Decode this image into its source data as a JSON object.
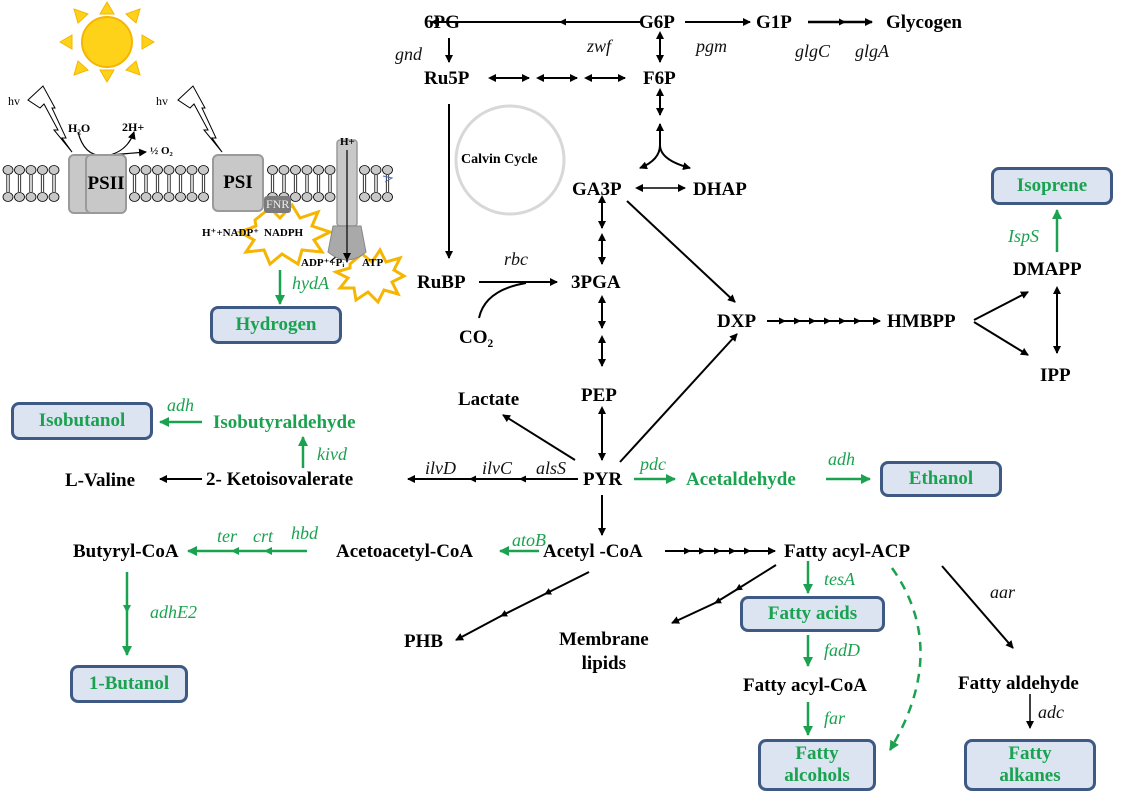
{
  "photosynthesis": {
    "light_left": "hv",
    "light_right": "hv",
    "h2o": "H₂O",
    "two_h": "2H+",
    "o2": "½ O₂",
    "psii": "PSII",
    "psi": "PSI",
    "fnr": "FNR",
    "h_plus": "H+",
    "nadp": "H⁺+NADP⁺",
    "nadph": "NADPH",
    "adp": "ADP⁺+Pᵢ",
    "atp": "ATP",
    "sun_icon": "sun-icon",
    "lightning_icon": "lightning-icon"
  },
  "metabolites": {
    "pg6": "6PG",
    "g6p": "G6P",
    "g1p": "G1P",
    "glycogen": "Glycogen",
    "ru5p": "Ru5P",
    "f6p": "F6P",
    "calvin": "Calvin Cycle",
    "ga3p": "GA3P",
    "dhap": "DHAP",
    "rubp": "RuBP",
    "pga3": "3PGA",
    "co2": "CO₂",
    "dxp": "DXP",
    "hmbpp": "HMBPP",
    "dmapp": "DMAPP",
    "ipp": "IPP",
    "pep": "PEP",
    "lactate": "Lactate",
    "pyr": "PYR",
    "acetaldehyde": "Acetaldehyde",
    "isobutyraldehyde": "Isobutyraldehyde",
    "lvaline": "L-Valine",
    "ketoisovalerate": "2- Ketoisovalerate",
    "butyrylcoa": "Butyryl-CoA",
    "acetoacetylcoa": "Acetoacetyl-CoA",
    "acetylcoa": "Acetyl -CoA",
    "fattyacylacp": "Fatty acyl-ACP",
    "phb": "PHB",
    "membrane": "Membrane\nlipids",
    "fattyacylcoa": "Fatty acyl-CoA",
    "fattyaldehyde": "Fatty aldehyde"
  },
  "genes": {
    "zwf": "zwf",
    "pgm": "pgm",
    "glgc": "glgC",
    "glga": "glgA",
    "gnd": "gnd",
    "rbc": "rbc",
    "isps": "IspS",
    "hyda": "hydA",
    "adh_iso": "adh",
    "kivd": "kivd",
    "ilvd": "ilvD",
    "ilvc": "ilvC",
    "alss": "alsS",
    "pdc": "pdc",
    "adh_eth": "adh",
    "ter": "ter",
    "crt": "crt",
    "hbd": "hbd",
    "atob": "atoB",
    "adhe2": "adhE2",
    "tesa": "tesA",
    "fadd": "fadD",
    "far": "far",
    "aar": "aar",
    "adc": "adc"
  },
  "products": {
    "hydrogen": "Hydrogen",
    "isoprene": "Isoprene",
    "isobutanol": "Isobutanol",
    "ethanol": "Ethanol",
    "butanol": "1-Butanol",
    "fattyacids": "Fatty acids",
    "fattyalcohols": "Fatty\nalcohols",
    "fattyalkanes": "Fatty\nalkanes"
  },
  "colors": {
    "engineered": "#1aa250",
    "native": "#000000",
    "product_fill": "#dbe4f0",
    "product_border": "#3e5a84",
    "sun": "#ffd21a"
  }
}
